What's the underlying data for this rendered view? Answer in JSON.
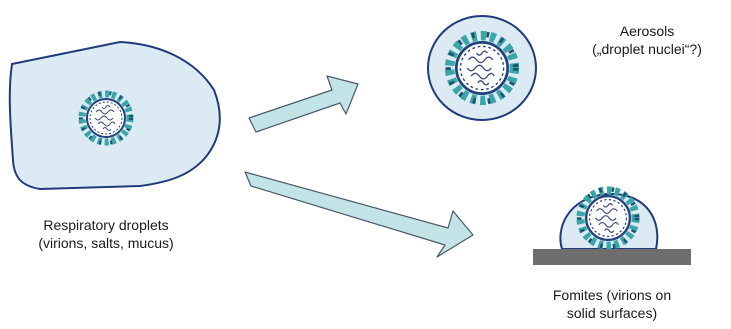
{
  "labels": {
    "droplets": {
      "line1": "Respiratory droplets",
      "line2": "(virions, salts, mucus)"
    },
    "aerosols": {
      "line1": "Aerosols",
      "line2": "(„droplet nuclei“?)"
    },
    "fomites": {
      "line1": "Fomites (virions on",
      "line2": "solid surfaces)"
    }
  },
  "colors": {
    "droplet_fill": "#dcebf3",
    "droplet_outline": "#1f3b7a",
    "arrow_fill": "#c3e4e6",
    "arrow_outline": "#4a5a6a",
    "spike_teal": "#3aa6a8",
    "spike_dark": "#1e4f6e",
    "surface": "#6e6e6e"
  },
  "icons": [
    "virion-icon",
    "arrow-icon",
    "surface-bar"
  ]
}
